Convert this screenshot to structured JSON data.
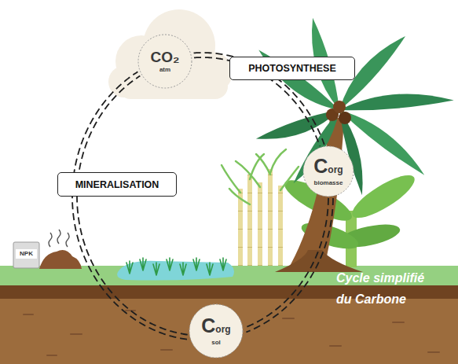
{
  "diagram": {
    "nodes": [
      {
        "text": [
          "CO₂",
          "atm"
        ]
      },
      {
        "text": [
          "Corg",
          "biomasse"
        ]
      },
      {
        "text": [
          "Corg",
          "sol"
        ]
      }
    ],
    "edges": [
      {
        "from": 0,
        "to": 1,
        "arrow": "none",
        "label": "PHOTOSYNTHESE"
      },
      {
        "from": 1,
        "to": 2,
        "arrow": "none"
      },
      {
        "from": 2,
        "to": 0,
        "arrow": "none",
        "label": "MINERALISATION"
      }
    ],
    "labels": [
      "NPK",
      "Cycle simplifié du Carbone"
    ]
  }
}
